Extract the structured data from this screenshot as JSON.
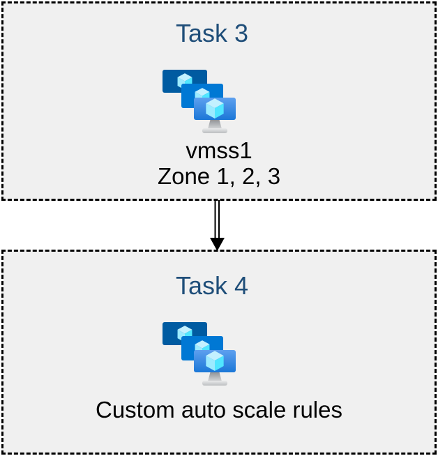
{
  "diagram": {
    "tasks": [
      {
        "title": "Task 3",
        "icon": "vm-scale-set-icon",
        "lines": [
          "vmss1",
          "Zone 1, 2, 3"
        ]
      },
      {
        "title": "Task 4",
        "icon": "vm-scale-set-icon",
        "lines": [
          "Custom auto scale rules"
        ]
      }
    ],
    "connector": {
      "type": "double-line-arrow",
      "direction": "down"
    }
  },
  "colors": {
    "box_bg": "#f0f0f0",
    "border": "#000000",
    "heading": "#1f4e79",
    "body_text": "#000000",
    "vm_screen_back": "#005ba1",
    "vm_screen_middle": "#0078d4",
    "vm_screen_front_top": "#5ea0ef",
    "vm_screen_front_bottom": "#1b77d7",
    "cube_top": "#c3f1ff",
    "cube_left": "#9cebff",
    "cube_right": "#50e6ff",
    "stand_top": "#86898e",
    "stand_bottom": "#d5d7d8"
  }
}
